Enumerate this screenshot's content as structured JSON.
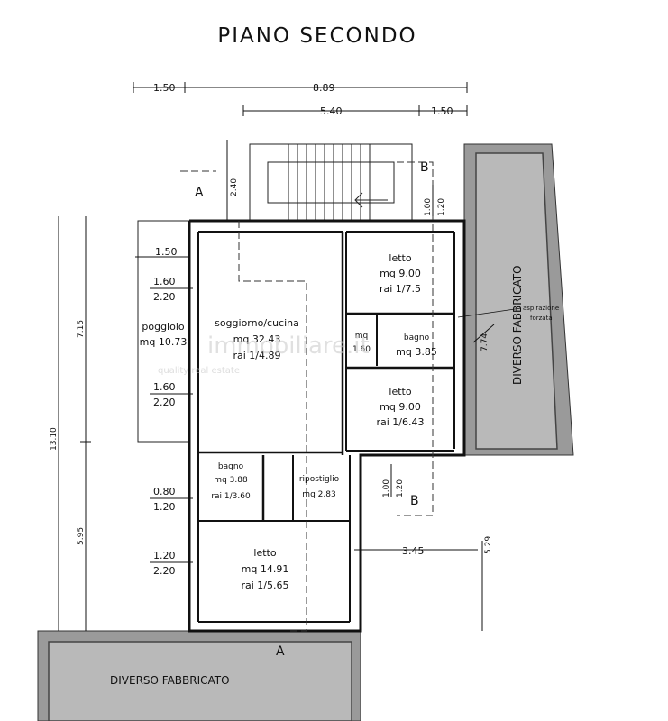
{
  "title": "PIANO SECONDO",
  "dimensions": {
    "top_total": "8.89",
    "top_left": "1.50",
    "top_mid": "5.40",
    "top_right": "1.50",
    "stair": "2.40",
    "left_total": "13.10",
    "left_upper": "7.15",
    "left_lower": "5.95",
    "balcony_width": "1.50",
    "right_total": "7.74",
    "right_lower": "5.29",
    "step": "3.45"
  },
  "section_marks": {
    "a": "A",
    "b": "B"
  },
  "rooms": [
    {
      "name": "letto",
      "area": "mq 9.00",
      "rai": "rai 1/7.5"
    },
    {
      "name": "soggiorno/cucina",
      "area": "mq 32.43",
      "rai": "rai 1/4.89"
    },
    {
      "name": "poggiolo",
      "area": "mq 10.73"
    },
    {
      "name": "mq",
      "area": "1.60"
    },
    {
      "name": "bagno",
      "area": "mq 3.85"
    },
    {
      "name": "letto",
      "area": "mq 9.00",
      "rai": "rai 1/6.43"
    },
    {
      "name": "bagno",
      "area": "mq 3.88",
      "rai": "rai 1/3.60"
    },
    {
      "name": "ripostiglio",
      "area": "mq 2.83"
    },
    {
      "name": "letto",
      "area": "mq 14.91",
      "rai": "rai 1/5.65"
    }
  ],
  "windows": [
    {
      "w": "1.60",
      "h": "2.20"
    },
    {
      "w": "1.60",
      "h": "2.20"
    },
    {
      "w": "0.80",
      "h": "1.20"
    },
    {
      "w": "1.20",
      "h": "2.20"
    },
    {
      "w": "1.00",
      "h": "1.20"
    },
    {
      "w": "1.00",
      "h": "1.20"
    }
  ],
  "vent_note": [
    "aspirazione",
    "forzata"
  ],
  "neighbors": {
    "right": "DIVERSO FABBRICATO",
    "bottom": "DIVERSO FABBRICATO"
  },
  "watermark": {
    "brand": "immobiliare.it",
    "tagline": "quality real estate"
  },
  "colors": {
    "neighbor_fill": "#9a9a9a",
    "line": "#111111"
  }
}
